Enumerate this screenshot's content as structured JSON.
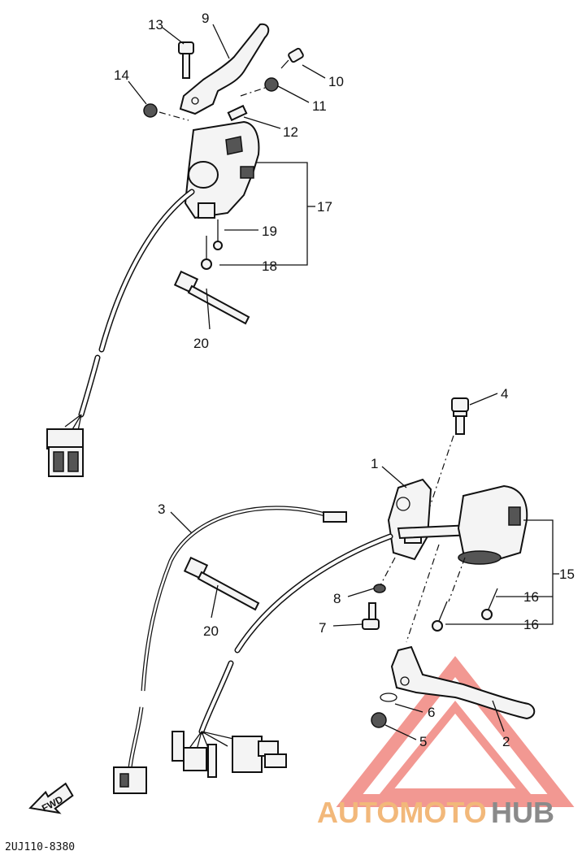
{
  "callouts": [
    {
      "id": "c1",
      "label": "1"
    },
    {
      "id": "c2",
      "label": "2"
    },
    {
      "id": "c3",
      "label": "3"
    },
    {
      "id": "c4",
      "label": "4"
    },
    {
      "id": "c5",
      "label": "5"
    },
    {
      "id": "c6",
      "label": "6"
    },
    {
      "id": "c7",
      "label": "7"
    },
    {
      "id": "c8",
      "label": "8"
    },
    {
      "id": "c9",
      "label": "9"
    },
    {
      "id": "c10",
      "label": "10"
    },
    {
      "id": "c11",
      "label": "11"
    },
    {
      "id": "c12",
      "label": "12"
    },
    {
      "id": "c13",
      "label": "13"
    },
    {
      "id": "c14",
      "label": "14"
    },
    {
      "id": "c15",
      "label": "15"
    },
    {
      "id": "c16a",
      "label": "16"
    },
    {
      "id": "c16b",
      "label": "16"
    },
    {
      "id": "c17",
      "label": "17"
    },
    {
      "id": "c18",
      "label": "18"
    },
    {
      "id": "c19",
      "label": "19"
    },
    {
      "id": "c20a",
      "label": "20"
    },
    {
      "id": "c20b",
      "label": "20"
    }
  ],
  "reference_code": "2UJ110-8380",
  "direction_label": "FWD",
  "watermark": {
    "part1": "AUTOMOTO",
    "part2": "HUB",
    "color1": "#f2b87a",
    "color2": "#8a8a8a",
    "triangle_color": "#e8443a"
  }
}
